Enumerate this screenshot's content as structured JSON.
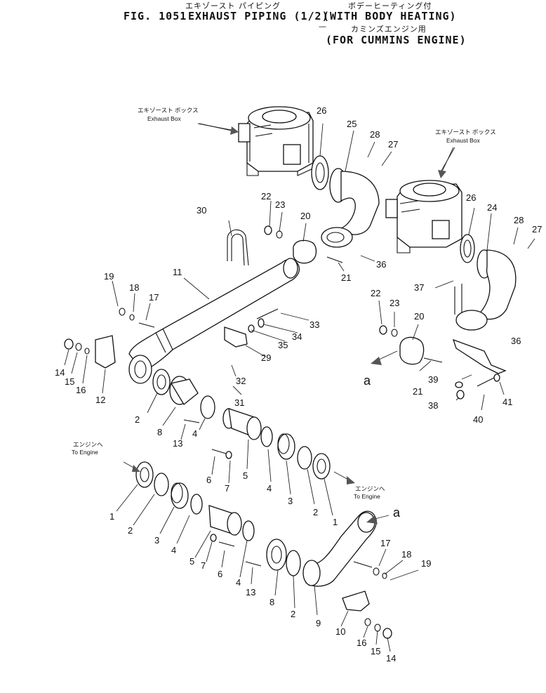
{
  "header": {
    "jp_top_left": "エキゾースト パイピング",
    "jp_top_right": "ボデーヒーティング付",
    "fig": "FIG. 1051",
    "title": "EXHAUST PIPING (1/2)",
    "with": "(WITH BODY HEATING)",
    "dash": "—",
    "jp_sub": "カミンズエンジン用",
    "for": "(FOR CUMMINS ENGINE)"
  },
  "labels": {
    "exhaust_box_jp": "エキゾースト ボックス",
    "exhaust_box_en": "Exhaust Box",
    "to_engine_jp": "エンジンへ",
    "to_engine_en": "To Engine",
    "arrow_a": "a"
  },
  "callouts": [
    {
      "id": "c26a",
      "text": "26"
    },
    {
      "id": "c25",
      "text": "25"
    },
    {
      "id": "c28a",
      "text": "28"
    },
    {
      "id": "c27a",
      "text": "27"
    },
    {
      "id": "c26b",
      "text": "26"
    },
    {
      "id": "c24",
      "text": "24"
    },
    {
      "id": "c28b",
      "text": "28"
    },
    {
      "id": "c27b",
      "text": "27"
    },
    {
      "id": "c30",
      "text": "30"
    },
    {
      "id": "c22a",
      "text": "22"
    },
    {
      "id": "c23a",
      "text": "23"
    },
    {
      "id": "c20a",
      "text": "20"
    },
    {
      "id": "c36a",
      "text": "36"
    },
    {
      "id": "c21a",
      "text": "21"
    },
    {
      "id": "c11",
      "text": "11"
    },
    {
      "id": "c19a",
      "text": "19"
    },
    {
      "id": "c18a",
      "text": "18"
    },
    {
      "id": "c17a",
      "text": "17"
    },
    {
      "id": "c37",
      "text": "37"
    },
    {
      "id": "c22b",
      "text": "22"
    },
    {
      "id": "c23b",
      "text": "23"
    },
    {
      "id": "c20b",
      "text": "20"
    },
    {
      "id": "c33",
      "text": "33"
    },
    {
      "id": "c34",
      "text": "34"
    },
    {
      "id": "c35",
      "text": "35"
    },
    {
      "id": "c36b",
      "text": "36"
    },
    {
      "id": "c29",
      "text": "29"
    },
    {
      "id": "c14a",
      "text": "14"
    },
    {
      "id": "c15a",
      "text": "15"
    },
    {
      "id": "c16a",
      "text": "16"
    },
    {
      "id": "c12",
      "text": "12"
    },
    {
      "id": "c32",
      "text": "32"
    },
    {
      "id": "c21b",
      "text": "21"
    },
    {
      "id": "c39",
      "text": "39"
    },
    {
      "id": "c41",
      "text": "41"
    },
    {
      "id": "c2a",
      "text": "2"
    },
    {
      "id": "c8a",
      "text": "8"
    },
    {
      "id": "c31",
      "text": "31"
    },
    {
      "id": "c38",
      "text": "38"
    },
    {
      "id": "c40",
      "text": "40"
    },
    {
      "id": "c13a",
      "text": "13"
    },
    {
      "id": "c4a",
      "text": "4"
    },
    {
      "id": "c6a",
      "text": "6"
    },
    {
      "id": "c7a",
      "text": "7"
    },
    {
      "id": "c5a",
      "text": "5"
    },
    {
      "id": "c4b",
      "text": "4"
    },
    {
      "id": "c3a",
      "text": "3"
    },
    {
      "id": "c2b",
      "text": "2"
    },
    {
      "id": "c1a",
      "text": "1"
    },
    {
      "id": "c1b",
      "text": "1"
    },
    {
      "id": "c2c",
      "text": "2"
    },
    {
      "id": "c3b",
      "text": "3"
    },
    {
      "id": "c4c",
      "text": "4"
    },
    {
      "id": "c5b",
      "text": "5"
    },
    {
      "id": "c7b",
      "text": "7"
    },
    {
      "id": "c6b",
      "text": "6"
    },
    {
      "id": "c4d",
      "text": "4"
    },
    {
      "id": "c13b",
      "text": "13"
    },
    {
      "id": "c17b",
      "text": "17"
    },
    {
      "id": "c18b",
      "text": "18"
    },
    {
      "id": "c19b",
      "text": "19"
    },
    {
      "id": "c8b",
      "text": "8"
    },
    {
      "id": "c2d",
      "text": "2"
    },
    {
      "id": "c9",
      "text": "9"
    },
    {
      "id": "c10",
      "text": "10"
    },
    {
      "id": "c16b",
      "text": "16"
    },
    {
      "id": "c15b",
      "text": "15"
    },
    {
      "id": "c14b",
      "text": "14"
    }
  ]
}
